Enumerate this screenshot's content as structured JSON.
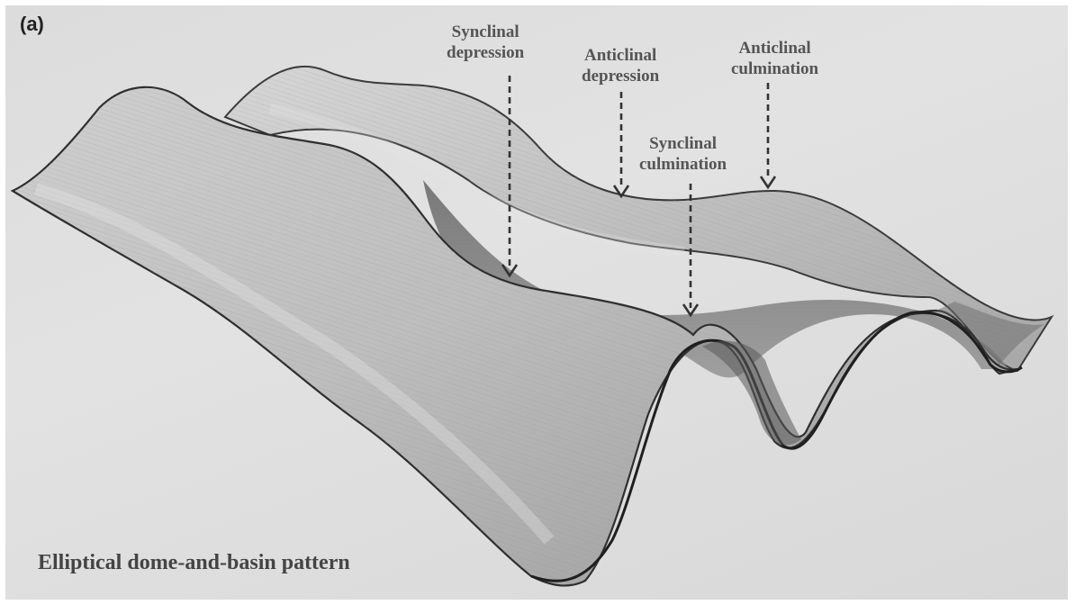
{
  "panel_label": "(a)",
  "caption": "Elliptical dome-and-basin pattern",
  "annotations": {
    "synclinal_depression": [
      "Synclinal",
      "depression"
    ],
    "anticlinal_depression": [
      "Anticlinal",
      "depression"
    ],
    "anticlinal_culmination": [
      "Anticlinal",
      "culmination"
    ],
    "synclinal_culmination": [
      "Synclinal",
      "culmination"
    ]
  }
}
